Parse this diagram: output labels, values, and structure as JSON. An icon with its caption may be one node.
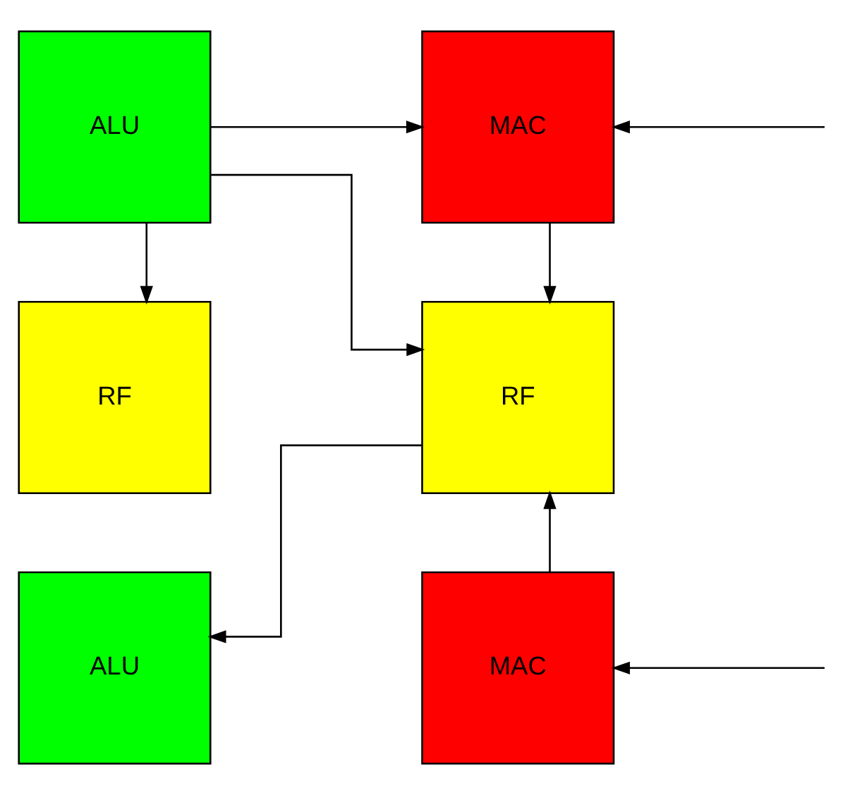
{
  "diagram": {
    "nodes": [
      {
        "text": [
          "ALU"
        ]
      },
      {
        "text": [
          "MAC"
        ]
      },
      {
        "text": [
          "RF"
        ]
      },
      {
        "text": [
          "RF"
        ]
      },
      {
        "text": [
          "ALU"
        ]
      },
      {
        "text": [
          "MAC"
        ]
      }
    ],
    "edges": [
      {
        "from": 0,
        "to": 1,
        "arrow": "to"
      },
      {
        "from": null,
        "to": 1,
        "arrow": "to"
      },
      {
        "from": 0,
        "to": 2,
        "arrow": "to"
      },
      {
        "from": 0,
        "to": 3,
        "arrow": "to"
      },
      {
        "from": 1,
        "to": 3,
        "arrow": "to"
      },
      {
        "from": 3,
        "to": 4,
        "arrow": "to"
      },
      {
        "from": 5,
        "to": 3,
        "arrow": "to"
      },
      {
        "from": null,
        "to": 5,
        "arrow": "to"
      }
    ]
  }
}
